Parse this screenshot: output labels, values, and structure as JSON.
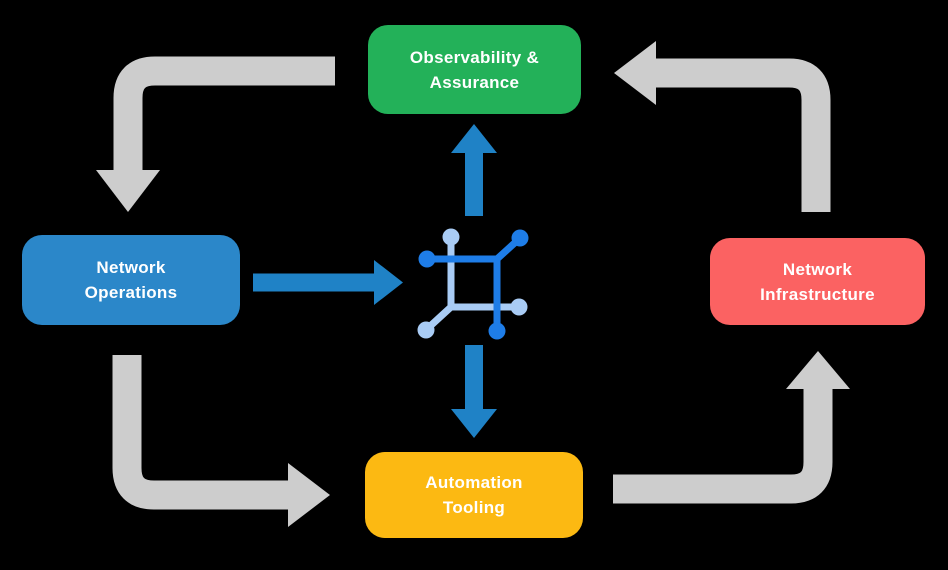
{
  "diagram": {
    "background": "#000000",
    "text_color": "#FFFFFF",
    "nodes": {
      "observability": {
        "line1": "Observability &",
        "line2": "Assurance",
        "color": "#23B159"
      },
      "operations": {
        "line1": "Network",
        "line2": "Operations",
        "color": "#2B87C9"
      },
      "infrastructure": {
        "line1": "Network",
        "line2": "Infrastructure",
        "color": "#FB6262"
      },
      "automation": {
        "line1": "Automation",
        "line2": "Tooling",
        "color": "#FCB912"
      }
    },
    "arrows": {
      "cycle_color": "#CDCDCD",
      "flow_color": "#1F82C6",
      "cycle": [
        {
          "from": "Observability & Assurance",
          "to": "Network Operations"
        },
        {
          "from": "Network Operations",
          "to": "Automation Tooling"
        },
        {
          "from": "Automation Tooling",
          "to": "Network Infrastructure"
        },
        {
          "from": "Network Infrastructure",
          "to": "Observability & Assurance"
        }
      ],
      "flow": [
        {
          "from": "Network Operations",
          "to": "center-icon"
        },
        {
          "from": "center-icon",
          "to": "Observability & Assurance"
        },
        {
          "from": "center-icon",
          "to": "Automation Tooling"
        }
      ]
    },
    "icon": {
      "name": "network-mesh-icon",
      "dark_color": "#1E7DE8",
      "light_color": "#A9CCF5"
    }
  }
}
